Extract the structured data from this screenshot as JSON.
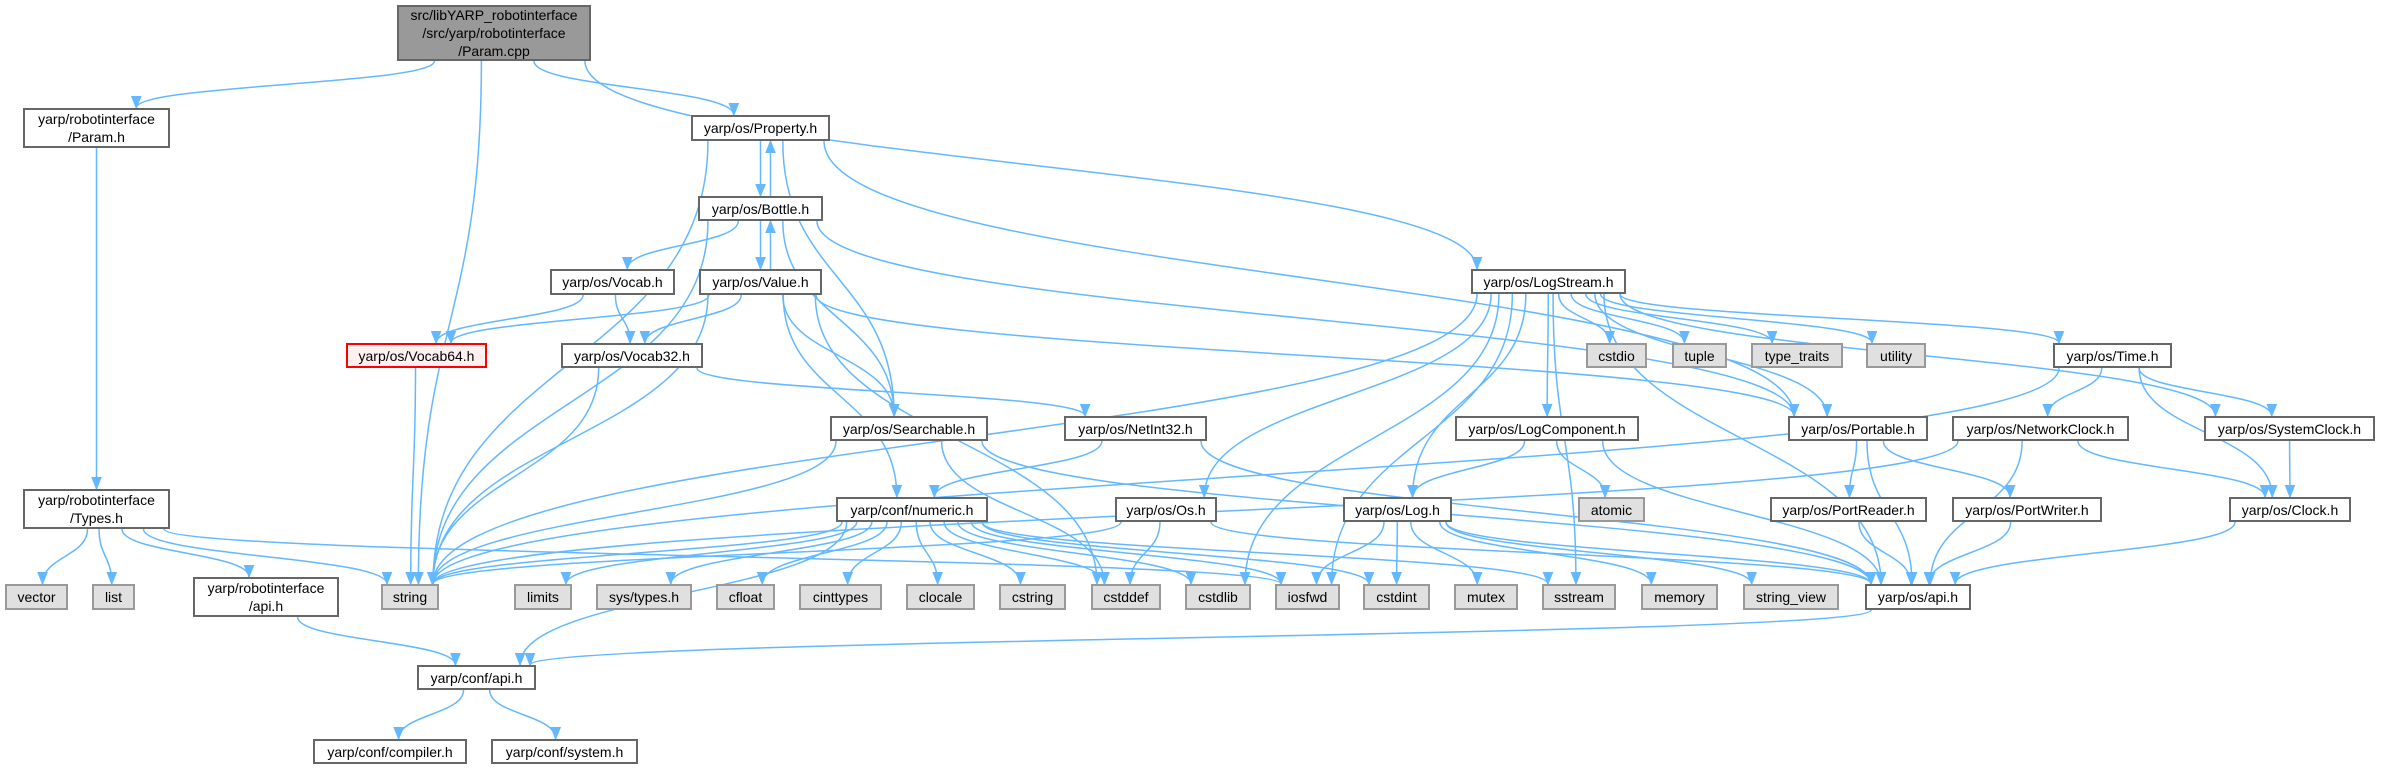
{
  "graph": {
    "edge_color": "#63b8ff",
    "nodes": [
      {
        "id": "paramcpp",
        "label": "src/libYARP_robotinterface\n/src/yarp/robotinterface\n/Param.cpp",
        "kind": "root"
      },
      {
        "id": "paramh",
        "label": "yarp/robotinterface\n/Param.h",
        "kind": "normal"
      },
      {
        "id": "types",
        "label": "yarp/robotinterface\n/Types.h",
        "kind": "normal"
      },
      {
        "id": "riapi",
        "label": "yarp/robotinterface\n/api.h",
        "kind": "normal"
      },
      {
        "id": "property",
        "label": "yarp/os/Property.h",
        "kind": "normal"
      },
      {
        "id": "bottle",
        "label": "yarp/os/Bottle.h",
        "kind": "normal"
      },
      {
        "id": "vocab",
        "label": "yarp/os/Vocab.h",
        "kind": "normal"
      },
      {
        "id": "value",
        "label": "yarp/os/Value.h",
        "kind": "normal"
      },
      {
        "id": "vocab64",
        "label": "yarp/os/Vocab64.h",
        "kind": "red"
      },
      {
        "id": "vocab32",
        "label": "yarp/os/Vocab32.h",
        "kind": "normal"
      },
      {
        "id": "searchable",
        "label": "yarp/os/Searchable.h",
        "kind": "normal"
      },
      {
        "id": "netint32",
        "label": "yarp/os/NetInt32.h",
        "kind": "normal"
      },
      {
        "id": "numeric",
        "label": "yarp/conf/numeric.h",
        "kind": "normal"
      },
      {
        "id": "osh",
        "label": "yarp/os/Os.h",
        "kind": "normal"
      },
      {
        "id": "logstream",
        "label": "yarp/os/LogStream.h",
        "kind": "normal"
      },
      {
        "id": "logcomponent",
        "label": "yarp/os/LogComponent.h",
        "kind": "normal"
      },
      {
        "id": "log",
        "label": "yarp/os/Log.h",
        "kind": "normal"
      },
      {
        "id": "time",
        "label": "yarp/os/Time.h",
        "kind": "normal"
      },
      {
        "id": "portable",
        "label": "yarp/os/Portable.h",
        "kind": "normal"
      },
      {
        "id": "networkclock",
        "label": "yarp/os/NetworkClock.h",
        "kind": "normal"
      },
      {
        "id": "systemclock",
        "label": "yarp/os/SystemClock.h",
        "kind": "normal"
      },
      {
        "id": "portreader",
        "label": "yarp/os/PortReader.h",
        "kind": "normal"
      },
      {
        "id": "portwriter",
        "label": "yarp/os/PortWriter.h",
        "kind": "normal"
      },
      {
        "id": "clock",
        "label": "yarp/os/Clock.h",
        "kind": "normal"
      },
      {
        "id": "osapi",
        "label": "yarp/os/api.h",
        "kind": "normal"
      },
      {
        "id": "confapi",
        "label": "yarp/conf/api.h",
        "kind": "normal"
      },
      {
        "id": "compiler",
        "label": "yarp/conf/compiler.h",
        "kind": "normal"
      },
      {
        "id": "system",
        "label": "yarp/conf/system.h",
        "kind": "normal"
      },
      {
        "id": "vector",
        "label": "vector",
        "kind": "sys"
      },
      {
        "id": "list",
        "label": "list",
        "kind": "sys"
      },
      {
        "id": "string",
        "label": "string",
        "kind": "sys"
      },
      {
        "id": "limits",
        "label": "limits",
        "kind": "sys"
      },
      {
        "id": "systypes",
        "label": "sys/types.h",
        "kind": "sys"
      },
      {
        "id": "cfloat",
        "label": "cfloat",
        "kind": "sys"
      },
      {
        "id": "cinttypes",
        "label": "cinttypes",
        "kind": "sys"
      },
      {
        "id": "clocale",
        "label": "clocale",
        "kind": "sys"
      },
      {
        "id": "cstring",
        "label": "cstring",
        "kind": "sys"
      },
      {
        "id": "cstddef",
        "label": "cstddef",
        "kind": "sys"
      },
      {
        "id": "cstdlib",
        "label": "cstdlib",
        "kind": "sys"
      },
      {
        "id": "iosfwd",
        "label": "iosfwd",
        "kind": "sys"
      },
      {
        "id": "cstdint",
        "label": "cstdint",
        "kind": "sys"
      },
      {
        "id": "mutex",
        "label": "mutex",
        "kind": "sys"
      },
      {
        "id": "sstream",
        "label": "sstream",
        "kind": "sys"
      },
      {
        "id": "memory",
        "label": "memory",
        "kind": "sys"
      },
      {
        "id": "string_view",
        "label": "string_view",
        "kind": "sys"
      },
      {
        "id": "cstdio",
        "label": "cstdio",
        "kind": "sys"
      },
      {
        "id": "tuple",
        "label": "tuple",
        "kind": "sys"
      },
      {
        "id": "type_traits",
        "label": "type_traits",
        "kind": "sys"
      },
      {
        "id": "utility",
        "label": "utility",
        "kind": "sys"
      },
      {
        "id": "atomic",
        "label": "atomic",
        "kind": "sys"
      }
    ],
    "edges": [
      [
        "paramcpp",
        "paramh"
      ],
      [
        "paramcpp",
        "string"
      ],
      [
        "paramcpp",
        "property"
      ],
      [
        "paramcpp",
        "logstream"
      ],
      [
        "paramh",
        "types"
      ],
      [
        "types",
        "vector"
      ],
      [
        "types",
        "list"
      ],
      [
        "types",
        "riapi"
      ],
      [
        "types",
        "string"
      ],
      [
        "types",
        "iosfwd"
      ],
      [
        "riapi",
        "confapi"
      ],
      [
        "confapi",
        "compiler"
      ],
      [
        "confapi",
        "system"
      ],
      [
        "property",
        "string"
      ],
      [
        "property",
        "bottle"
      ],
      [
        "property",
        "searchable"
      ],
      [
        "property",
        "portable"
      ],
      [
        "bottle",
        "property"
      ],
      [
        "bottle",
        "string"
      ],
      [
        "bottle",
        "vocab"
      ],
      [
        "bottle",
        "value"
      ],
      [
        "bottle",
        "searchable"
      ],
      [
        "bottle",
        "portable"
      ],
      [
        "value",
        "bottle"
      ],
      [
        "value",
        "vocab64"
      ],
      [
        "value",
        "vocab32"
      ],
      [
        "value",
        "string"
      ],
      [
        "value",
        "searchable"
      ],
      [
        "value",
        "numeric"
      ],
      [
        "value",
        "cstddef"
      ],
      [
        "value",
        "portable"
      ],
      [
        "vocab",
        "vocab64"
      ],
      [
        "vocab",
        "vocab32"
      ],
      [
        "vocab64",
        "string"
      ],
      [
        "vocab32",
        "string"
      ],
      [
        "vocab32",
        "netint32"
      ],
      [
        "netint32",
        "numeric"
      ],
      [
        "netint32",
        "osapi"
      ],
      [
        "searchable",
        "string"
      ],
      [
        "searchable",
        "cstddef"
      ],
      [
        "searchable",
        "osapi"
      ],
      [
        "numeric",
        "string"
      ],
      [
        "numeric",
        "confapi"
      ],
      [
        "numeric",
        "limits"
      ],
      [
        "numeric",
        "systypes"
      ],
      [
        "numeric",
        "cfloat"
      ],
      [
        "numeric",
        "cinttypes"
      ],
      [
        "numeric",
        "clocale"
      ],
      [
        "numeric",
        "cstring"
      ],
      [
        "numeric",
        "cstddef"
      ],
      [
        "numeric",
        "cstdlib"
      ],
      [
        "numeric",
        "iosfwd"
      ],
      [
        "numeric",
        "cstdint"
      ],
      [
        "numeric",
        "sstream"
      ],
      [
        "logstream",
        "string"
      ],
      [
        "logstream",
        "osh"
      ],
      [
        "logstream",
        "cstdlib"
      ],
      [
        "logstream",
        "iosfwd"
      ],
      [
        "logstream",
        "log"
      ],
      [
        "logstream",
        "logcomponent"
      ],
      [
        "logstream",
        "sstream"
      ],
      [
        "logstream",
        "cstdio"
      ],
      [
        "logstream",
        "tuple"
      ],
      [
        "logstream",
        "type_traits"
      ],
      [
        "logstream",
        "utility"
      ],
      [
        "logstream",
        "time"
      ],
      [
        "logstream",
        "systemclock"
      ],
      [
        "logstream",
        "portable"
      ],
      [
        "logstream",
        "osapi"
      ],
      [
        "osh",
        "string"
      ],
      [
        "osh",
        "cstddef"
      ],
      [
        "osh",
        "osapi"
      ],
      [
        "log",
        "iosfwd"
      ],
      [
        "log",
        "cstdint"
      ],
      [
        "log",
        "mutex"
      ],
      [
        "log",
        "memory"
      ],
      [
        "log",
        "string_view"
      ],
      [
        "log",
        "osapi"
      ],
      [
        "logcomponent",
        "log"
      ],
      [
        "logcomponent",
        "atomic"
      ],
      [
        "logcomponent",
        "osapi"
      ],
      [
        "time",
        "string"
      ],
      [
        "time",
        "networkclock"
      ],
      [
        "time",
        "systemclock"
      ],
      [
        "time",
        "clock"
      ],
      [
        "portable",
        "portreader"
      ],
      [
        "portable",
        "portwriter"
      ],
      [
        "portable",
        "osapi"
      ],
      [
        "networkclock",
        "clock"
      ],
      [
        "networkclock",
        "osapi"
      ],
      [
        "networkclock",
        "string"
      ],
      [
        "systemclock",
        "clock"
      ],
      [
        "clock",
        "osapi"
      ],
      [
        "portreader",
        "osapi"
      ],
      [
        "portwriter",
        "osapi"
      ],
      [
        "osapi",
        "confapi"
      ]
    ]
  }
}
